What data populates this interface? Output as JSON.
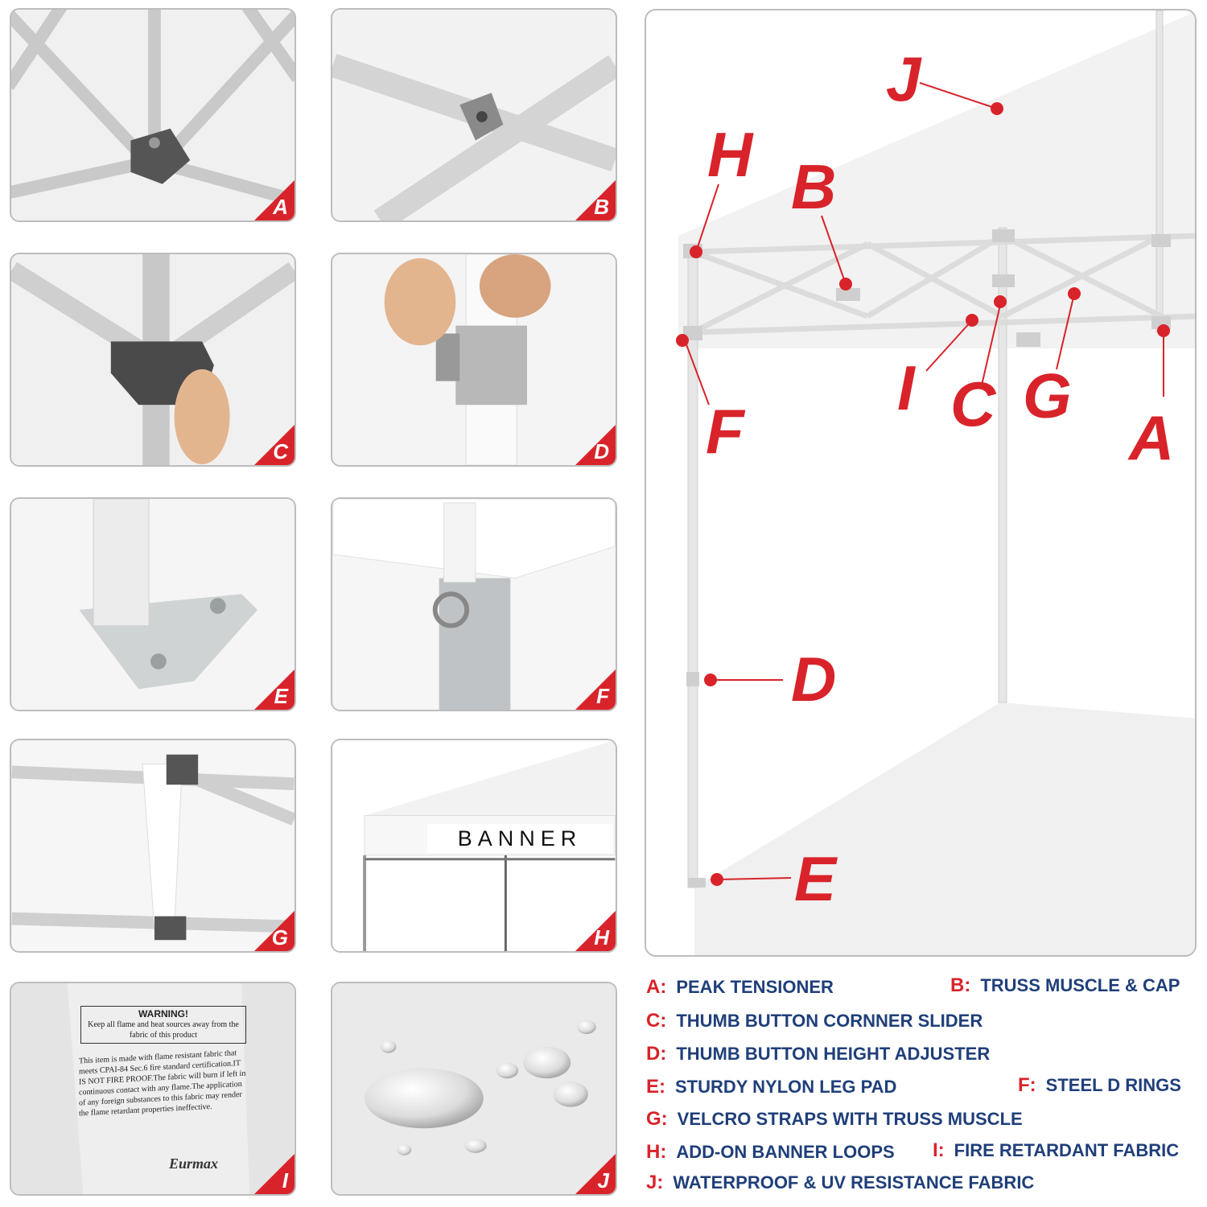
{
  "tiles": [
    {
      "letter": "A"
    },
    {
      "letter": "B"
    },
    {
      "letter": "C"
    },
    {
      "letter": "D"
    },
    {
      "letter": "E"
    },
    {
      "letter": "F"
    },
    {
      "letter": "G"
    },
    {
      "letter": "H"
    },
    {
      "letter": "I"
    },
    {
      "letter": "J"
    }
  ],
  "banner_text": "BANNER",
  "warning": {
    "heading": "WARNING!",
    "box_text": "Keep all flame and heat sources away from the fabric of this product",
    "body": "This item is made with flame resistant fabric that meets CPAI-84 Sec.6 fire standard certification.IT IS NOT FIRE PROOF.The fabric will burn if left in continuous contact with any flame.The application of any foreign substances to this fabric may render the flame retardant properties ineffective.",
    "brand": "Eurmax"
  },
  "callouts": [
    "J",
    "H",
    "B",
    "I",
    "C",
    "G",
    "F",
    "A",
    "D",
    "E"
  ],
  "legend": [
    {
      "key": "A:",
      "text": "PEAK TENSIONER"
    },
    {
      "key": "B:",
      "text": "TRUSS MUSCLE & CAP"
    },
    {
      "key": "C:",
      "text": "THUMB BUTTON CORNNER SLIDER"
    },
    {
      "key": "D:",
      "text": "THUMB BUTTON HEIGHT ADJUSTER"
    },
    {
      "key": "E:",
      "text": "STURDY NYLON LEG PAD"
    },
    {
      "key": "F:",
      "text": "STEEL D RINGS"
    },
    {
      "key": "G:",
      "text": "VELCRO STRAPS WITH TRUSS MUSCLE"
    },
    {
      "key": "H:",
      "text": "ADD-ON BANNER LOOPS"
    },
    {
      "key": "I:",
      "text": "FIRE RETARDANT FABRIC"
    },
    {
      "key": "J:",
      "text": "WATERPROOF & UV RESISTANCE FABRIC"
    }
  ],
  "colors": {
    "accent": "#d9232a",
    "legend_text": "#1f3f7a",
    "frame": "#bdbdbd"
  }
}
